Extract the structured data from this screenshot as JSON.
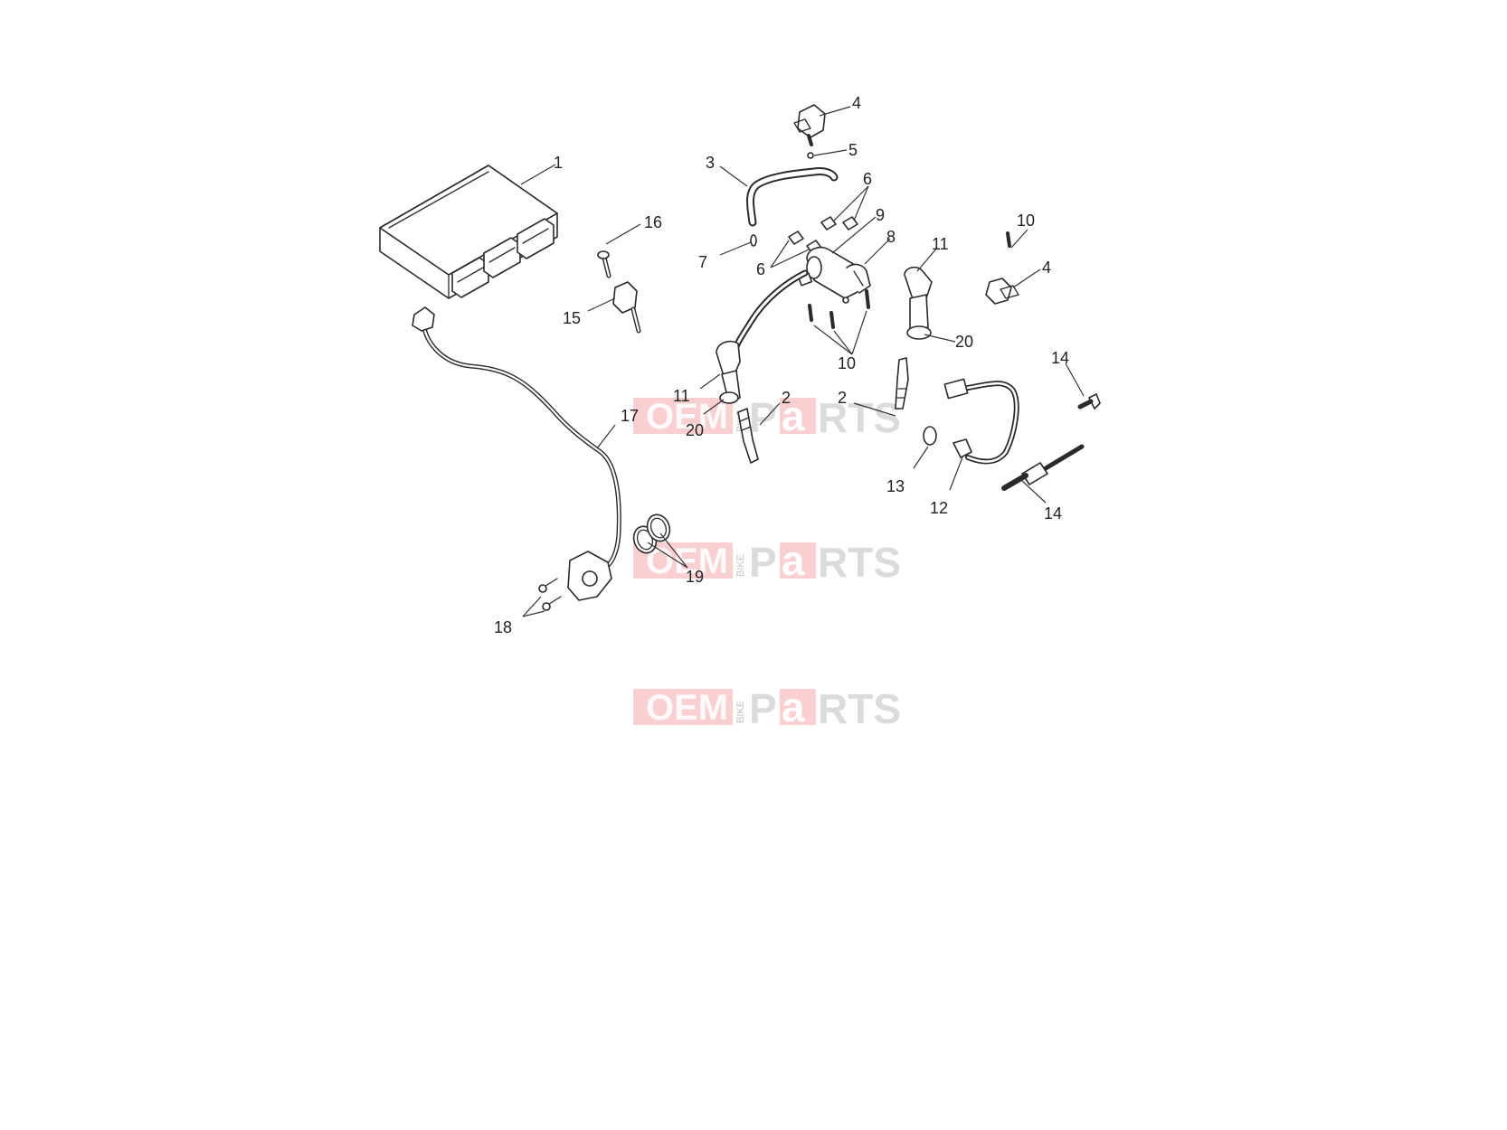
{
  "callouts": [
    {
      "id": "c1",
      "text": "1"
    },
    {
      "id": "c2a",
      "text": "2"
    },
    {
      "id": "c2b",
      "text": "2"
    },
    {
      "id": "c3",
      "text": "3"
    },
    {
      "id": "c4a",
      "text": "4"
    },
    {
      "id": "c4b",
      "text": "4"
    },
    {
      "id": "c5",
      "text": "5"
    },
    {
      "id": "c6a",
      "text": "6"
    },
    {
      "id": "c6b",
      "text": "6"
    },
    {
      "id": "c7",
      "text": "7"
    },
    {
      "id": "c8",
      "text": "8"
    },
    {
      "id": "c9",
      "text": "9"
    },
    {
      "id": "c10a",
      "text": "10"
    },
    {
      "id": "c10b",
      "text": "10"
    },
    {
      "id": "c11a",
      "text": "11"
    },
    {
      "id": "c11b",
      "text": "11"
    },
    {
      "id": "c12",
      "text": "12"
    },
    {
      "id": "c13",
      "text": "13"
    },
    {
      "id": "c14a",
      "text": "14"
    },
    {
      "id": "c14b",
      "text": "14"
    },
    {
      "id": "c15",
      "text": "15"
    },
    {
      "id": "c16",
      "text": "16"
    },
    {
      "id": "c17",
      "text": "17"
    },
    {
      "id": "c18",
      "text": "18"
    },
    {
      "id": "c19",
      "text": "19"
    },
    {
      "id": "c20a",
      "text": "20"
    },
    {
      "id": "c20b",
      "text": "20"
    }
  ],
  "watermark": {
    "oem": "OEM",
    "bike": "BIKE",
    "p": "P",
    "a": "a",
    "rts": "RTS",
    "brand_color": "#e6252e"
  }
}
